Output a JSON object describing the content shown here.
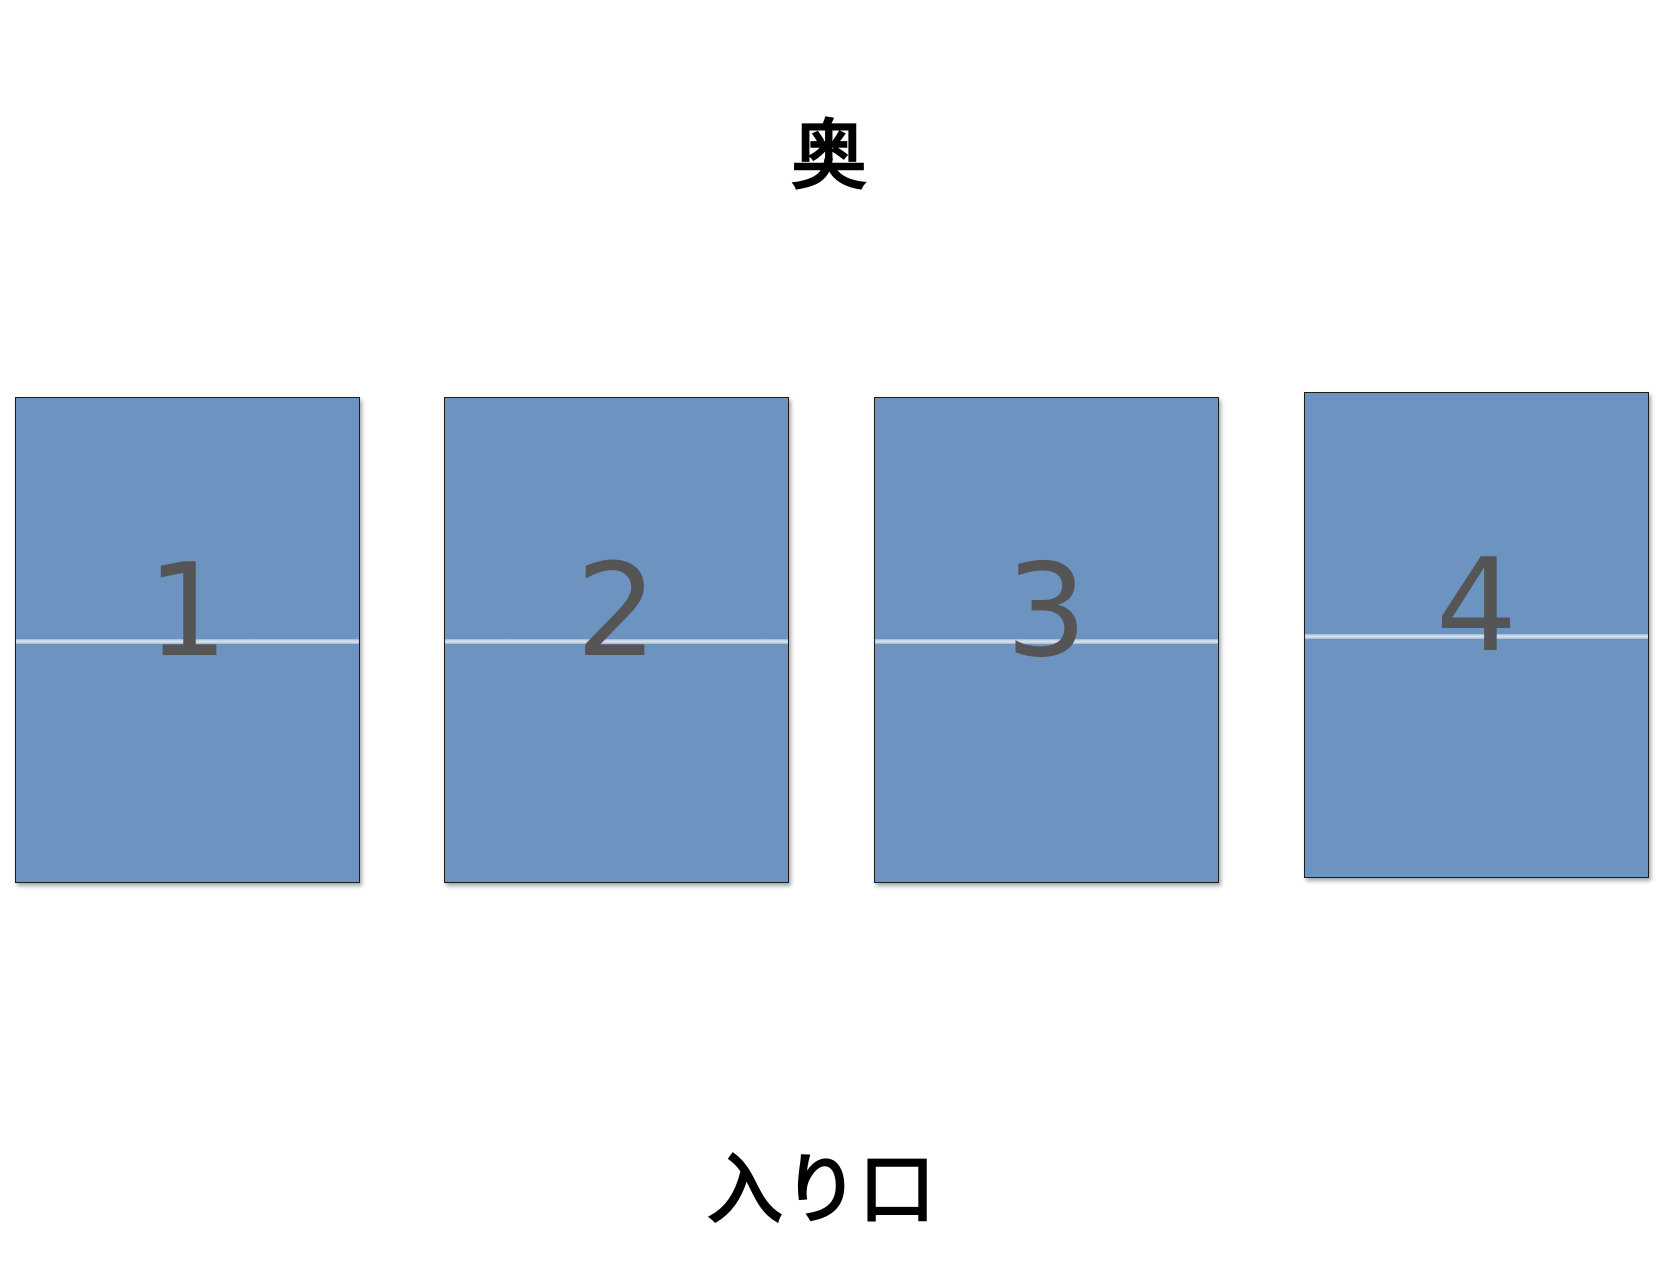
{
  "labels": {
    "back": "奥",
    "entrance": "入り口"
  },
  "boards": [
    {
      "number": "1"
    },
    {
      "number": "2"
    },
    {
      "number": "3"
    },
    {
      "number": "4"
    }
  ],
  "colors": {
    "board_fill": "#6d93c1",
    "board_number": "#555555",
    "label_text": "#000000"
  }
}
